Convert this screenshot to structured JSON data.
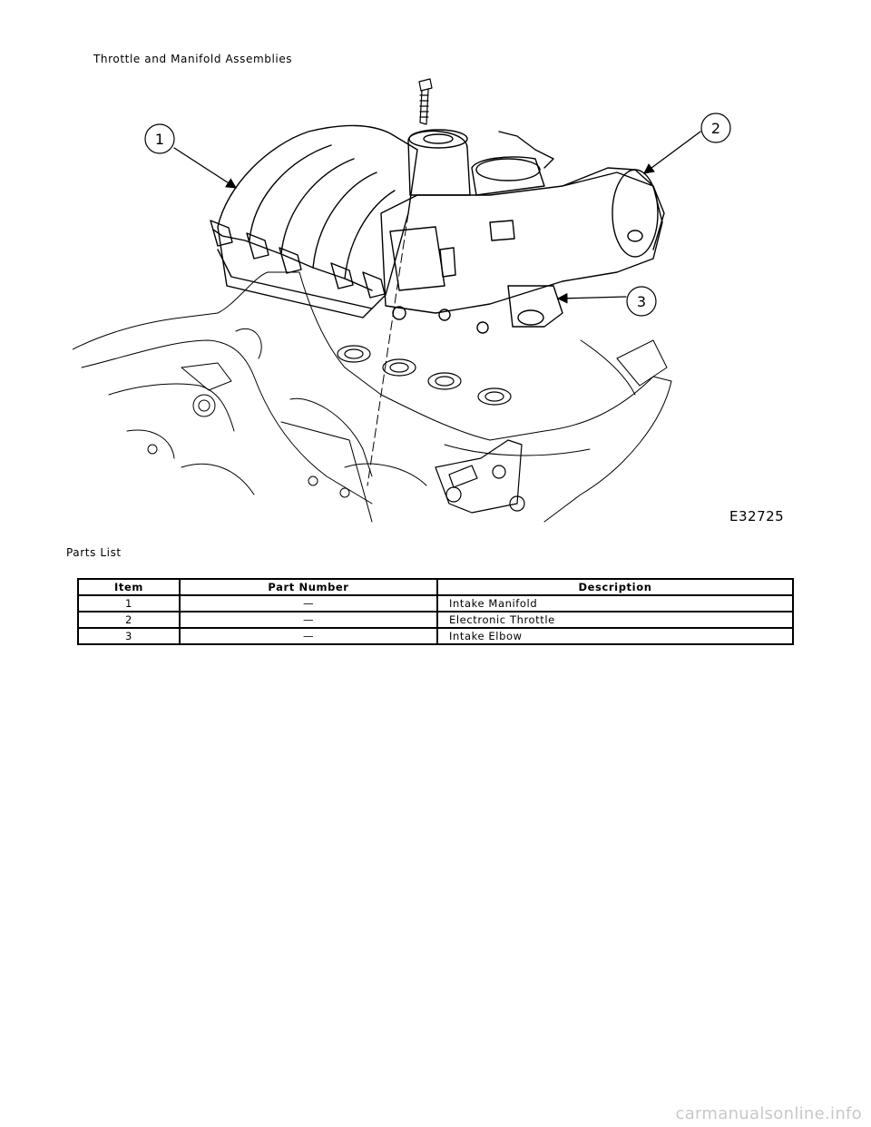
{
  "figure": {
    "title": "Throttle and Manifold Assemblies",
    "code": "E32725",
    "callouts": [
      "1",
      "2",
      "3"
    ]
  },
  "parts_list": {
    "title": "Parts List",
    "headers": [
      "Item",
      "Part Number",
      "Description"
    ],
    "rows": [
      [
        "1",
        "—",
        "Intake Manifold"
      ],
      [
        "2",
        "—",
        "Electronic Throttle"
      ],
      [
        "3",
        "—",
        "Intake Elbow"
      ]
    ]
  },
  "footer": {
    "watermark": "carmanualsonline.info"
  }
}
